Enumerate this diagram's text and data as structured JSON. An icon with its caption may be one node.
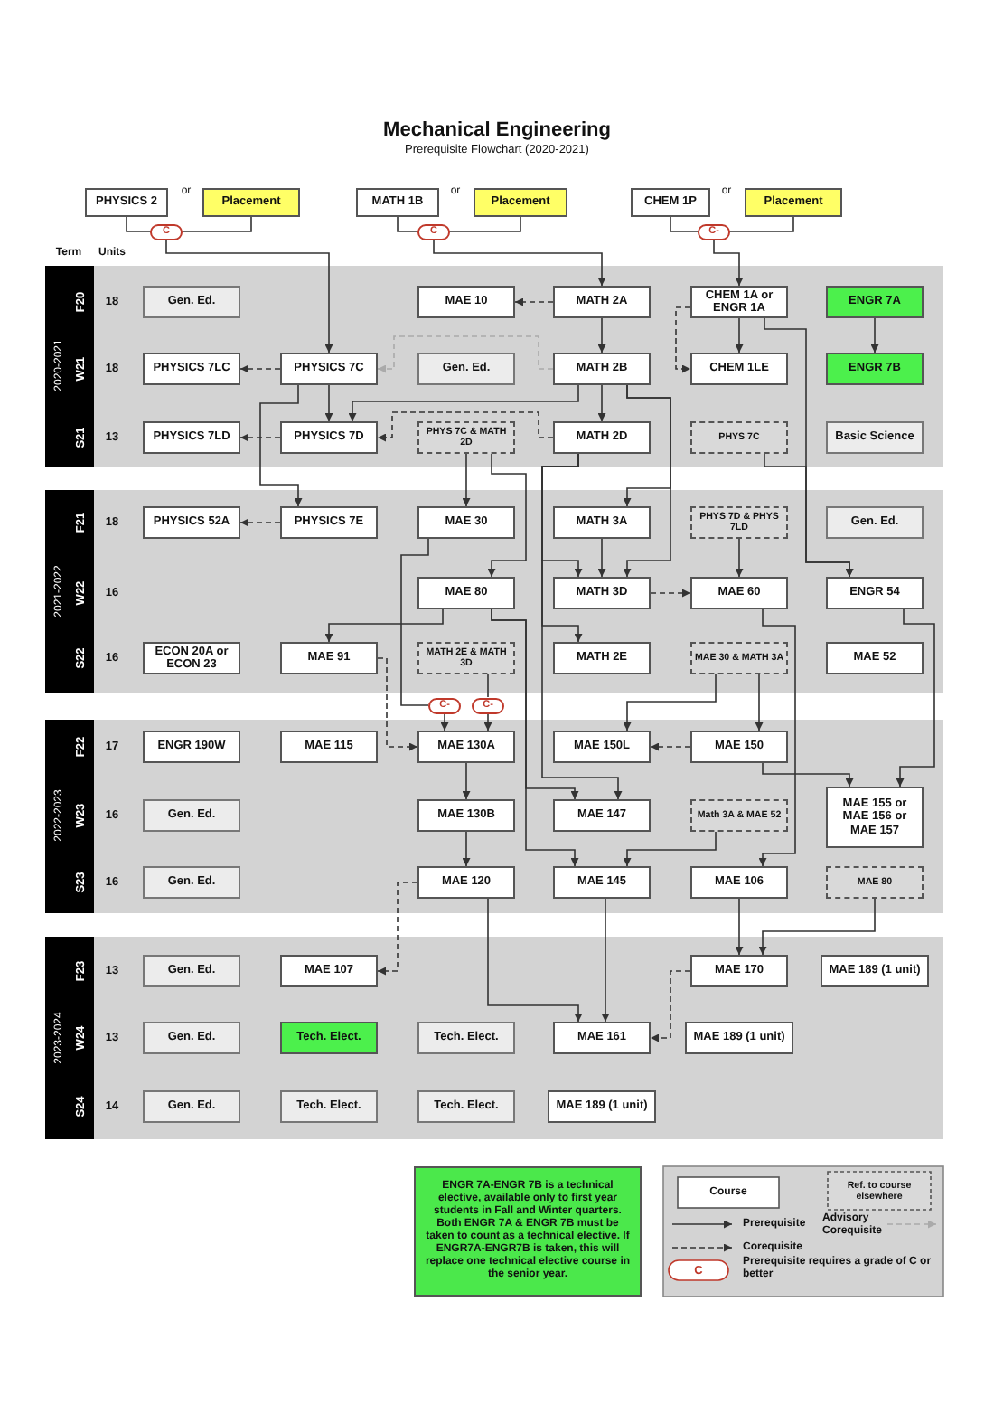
{
  "diagram": {
    "title": "Mechanical Engineering",
    "caption": "Prerequisite Flowchart (2020-2021)",
    "nodes": [
      {
        "text": [
          "PHYSICS 2"
        ]
      },
      {
        "text": [
          "Placement"
        ]
      },
      {
        "text": [
          "MATH 1B"
        ]
      },
      {
        "text": [
          "Placement"
        ]
      },
      {
        "text": [
          "CHEM 1P"
        ]
      },
      {
        "text": [
          "Placement"
        ]
      },
      {
        "text": [
          "C"
        ]
      },
      {
        "text": [
          "C"
        ]
      },
      {
        "text": [
          "C-"
        ]
      },
      {
        "text": [
          "Gen. Ed."
        ]
      },
      {
        "text": [
          "MAE 10"
        ]
      },
      {
        "text": [
          "MATH 2A"
        ]
      },
      {
        "text": [
          "CHEM 1A or ENGR 1A"
        ]
      },
      {
        "text": [
          "ENGR 7A"
        ]
      },
      {
        "text": [
          "PHYSICS 7LC"
        ]
      },
      {
        "text": [
          "PHYSICS 7C"
        ]
      },
      {
        "text": [
          "Gen. Ed."
        ]
      },
      {
        "text": [
          "MATH 2B"
        ]
      },
      {
        "text": [
          "CHEM 1LE"
        ]
      },
      {
        "text": [
          "ENGR 7B"
        ]
      },
      {
        "text": [
          "PHYSICS 7LD"
        ]
      },
      {
        "text": [
          "PHYSICS 7D"
        ]
      },
      {
        "text": [
          "PHYS 7C & MATH 2D"
        ]
      },
      {
        "text": [
          "MATH 2D"
        ]
      },
      {
        "text": [
          "PHYS 7C"
        ]
      },
      {
        "text": [
          "Basic Science"
        ]
      },
      {
        "text": [
          "PHYSICS 52A"
        ]
      },
      {
        "text": [
          "PHYSICS 7E"
        ]
      },
      {
        "text": [
          "MAE 30"
        ]
      },
      {
        "text": [
          "MATH 3A"
        ]
      },
      {
        "text": [
          "PHYS 7D & PHYS 7LD"
        ]
      },
      {
        "text": [
          "Gen. Ed."
        ]
      },
      {
        "text": [
          "MAE 80"
        ]
      },
      {
        "text": [
          "MATH 3D"
        ]
      },
      {
        "text": [
          "MAE 60"
        ]
      },
      {
        "text": [
          "ENGR 54"
        ]
      },
      {
        "text": [
          "ECON 20A or ECON 23"
        ]
      },
      {
        "text": [
          "MAE 91"
        ]
      },
      {
        "text": [
          "MATH 2E & MATH 3D"
        ]
      },
      {
        "text": [
          "MATH 2E"
        ]
      },
      {
        "text": [
          "MAE 30 & MATH 3A"
        ]
      },
      {
        "text": [
          "MAE 52"
        ]
      },
      {
        "text": [
          "C-"
        ]
      },
      {
        "text": [
          "C-"
        ]
      },
      {
        "text": [
          "ENGR 190W"
        ]
      },
      {
        "text": [
          "MAE 115"
        ]
      },
      {
        "text": [
          "MAE 130A"
        ]
      },
      {
        "text": [
          "MAE 150L"
        ]
      },
      {
        "text": [
          "MAE 150"
        ]
      },
      {
        "text": [
          "Gen. Ed."
        ]
      },
      {
        "text": [
          "MAE 130B"
        ]
      },
      {
        "text": [
          "MAE 147"
        ]
      },
      {
        "text": [
          "Math 3A & MAE 52"
        ]
      },
      {
        "text": [
          "MAE 155 or MAE 156 or MAE 157"
        ]
      },
      {
        "text": [
          "Gen. Ed."
        ]
      },
      {
        "text": [
          "MAE 120"
        ]
      },
      {
        "text": [
          "MAE 145"
        ]
      },
      {
        "text": [
          "MAE 106"
        ]
      },
      {
        "text": [
          "MAE 80"
        ]
      },
      {
        "text": [
          "Gen. Ed."
        ]
      },
      {
        "text": [
          "MAE 107"
        ]
      },
      {
        "text": [
          "MAE 170"
        ]
      },
      {
        "text": [
          "MAE 189 (1 unit)"
        ]
      },
      {
        "text": [
          "Gen. Ed."
        ]
      },
      {
        "text": [
          "Tech. Elect."
        ]
      },
      {
        "text": [
          "Tech. Elect."
        ]
      },
      {
        "text": [
          "MAE 161"
        ]
      },
      {
        "text": [
          "MAE 189 (1 unit)"
        ]
      },
      {
        "text": [
          "Gen. Ed."
        ]
      },
      {
        "text": [
          "Tech. Elect."
        ]
      },
      {
        "text": [
          "Tech. Elect."
        ]
      },
      {
        "text": [
          "MAE 189 (1 unit)"
        ]
      },
      {
        "text": [
          "ENGR 7A-ENGR 7B is a technical elective, available only to first year students in Fall and Winter quarters. Both ENGR 7A & ENGR 7B must be taken to count as a technical elective. If ENGR7A-ENGR7B is taken, this will replace one technical elective course in the senior year."
        ]
      }
    ],
    "edges": [
      {
        "from": 0,
        "to": 6,
        "arrow": "none"
      },
      {
        "from": 1,
        "to": 6,
        "arrow": "none"
      },
      {
        "from": 6,
        "to": 15,
        "arrow": "to"
      },
      {
        "from": 2,
        "to": 7,
        "arrow": "none"
      },
      {
        "from": 3,
        "to": 7,
        "arrow": "none"
      },
      {
        "from": 7,
        "to": 11,
        "arrow": "to"
      },
      {
        "from": 4,
        "to": 8,
        "arrow": "none"
      },
      {
        "from": 5,
        "to": 8,
        "arrow": "none"
      },
      {
        "from": 8,
        "to": 12,
        "arrow": "to"
      },
      {
        "from": 11,
        "to": 10,
        "arrow": "to",
        "style": "dashed"
      },
      {
        "from": 11,
        "to": 17,
        "arrow": "to"
      },
      {
        "from": 12,
        "to": 18,
        "arrow": "to"
      },
      {
        "from": 12,
        "to": 18,
        "arrow": "to",
        "style": "dashed"
      },
      {
        "from": 12,
        "to": 35,
        "arrow": "to"
      },
      {
        "from": 13,
        "to": 19,
        "arrow": "to"
      },
      {
        "from": 15,
        "to": 14,
        "arrow": "to",
        "style": "dashed"
      },
      {
        "from": 17,
        "to": 15,
        "arrow": "to",
        "style": "dashed",
        "color": "#aaaaaa"
      },
      {
        "from": 15,
        "to": 21,
        "arrow": "to"
      },
      {
        "from": 15,
        "to": 27,
        "arrow": "to"
      },
      {
        "from": 17,
        "to": 21,
        "arrow": "to"
      },
      {
        "from": 17,
        "to": 23,
        "arrow": "to"
      },
      {
        "from": 17,
        "to": 29,
        "arrow": "to"
      },
      {
        "from": 17,
        "to": 33,
        "arrow": "to"
      },
      {
        "from": 21,
        "to": 20,
        "arrow": "to",
        "style": "dashed"
      },
      {
        "from": 23,
        "to": 21,
        "arrow": "to",
        "style": "dashed"
      },
      {
        "from": 22,
        "to": 28,
        "arrow": "to"
      },
      {
        "from": 22,
        "to": 32,
        "arrow": "to"
      },
      {
        "from": 23,
        "to": 33,
        "arrow": "to"
      },
      {
        "from": 23,
        "to": 39,
        "arrow": "to"
      },
      {
        "from": 24,
        "to": 35,
        "arrow": "to"
      },
      {
        "from": 27,
        "to": 26,
        "arrow": "to",
        "style": "dashed"
      },
      {
        "from": 29,
        "to": 33,
        "arrow": "to"
      },
      {
        "from": 30,
        "to": 34,
        "arrow": "to"
      },
      {
        "from": 33,
        "to": 34,
        "arrow": "to",
        "style": "dashed"
      },
      {
        "from": 32,
        "to": 37,
        "arrow": "to"
      },
      {
        "from": 37,
        "to": 46,
        "arrow": "to",
        "style": "dashed"
      },
      {
        "from": 28,
        "to": 42,
        "arrow": "none"
      },
      {
        "from": 42,
        "to": 46,
        "arrow": "to"
      },
      {
        "from": 38,
        "to": 43,
        "arrow": "none"
      },
      {
        "from": 43,
        "to": 46,
        "arrow": "to"
      },
      {
        "from": 40,
        "to": 47,
        "arrow": "to"
      },
      {
        "from": 40,
        "to": 48,
        "arrow": "to"
      },
      {
        "from": 32,
        "to": 51,
        "arrow": "to"
      },
      {
        "from": 32,
        "to": 56,
        "arrow": "to"
      },
      {
        "from": 23,
        "to": 51,
        "arrow": "to"
      },
      {
        "from": 48,
        "to": 47,
        "arrow": "to",
        "style": "dashed"
      },
      {
        "from": 48,
        "to": 53,
        "arrow": "to"
      },
      {
        "from": 35,
        "to": 53,
        "arrow": "to"
      },
      {
        "from": 34,
        "to": 57,
        "arrow": "to"
      },
      {
        "from": 46,
        "to": 50,
        "arrow": "to"
      },
      {
        "from": 50,
        "to": 55,
        "arrow": "to"
      },
      {
        "from": 52,
        "to": 56,
        "arrow": "to"
      },
      {
        "from": 55,
        "to": 60,
        "arrow": "to",
        "style": "dashed"
      },
      {
        "from": 55,
        "to": 66,
        "arrow": "to"
      },
      {
        "from": 56,
        "to": 66,
        "arrow": "to"
      },
      {
        "from": 57,
        "to": 61,
        "arrow": "to"
      },
      {
        "from": 58,
        "to": 61,
        "arrow": "to"
      },
      {
        "from": 61,
        "to": 66,
        "arrow": "to",
        "style": "dashed"
      }
    ],
    "labels": [
      "or",
      "or",
      "or",
      "Term",
      "Units",
      "2020-2021",
      "F20",
      "18",
      "W21",
      "18",
      "S21",
      "13",
      "2021-2022",
      "F21",
      "18",
      "W22",
      "16",
      "S22",
      "16",
      "2022-2023",
      "F22",
      "17",
      "W23",
      "16",
      "S23",
      "16",
      "2023-2024",
      "F23",
      "13",
      "W24",
      "13",
      "S24",
      "14",
      "C"
    ],
    "legend": [
      {
        "text": "Course"
      },
      {
        "text": "Ref. to course elsewhere"
      },
      {
        "text": "Prerequisite"
      },
      {
        "text": "Advisory Corequisite"
      },
      {
        "text": "Corequisite"
      },
      {
        "text": "Prerequisite requires a grade of C or better"
      }
    ]
  }
}
